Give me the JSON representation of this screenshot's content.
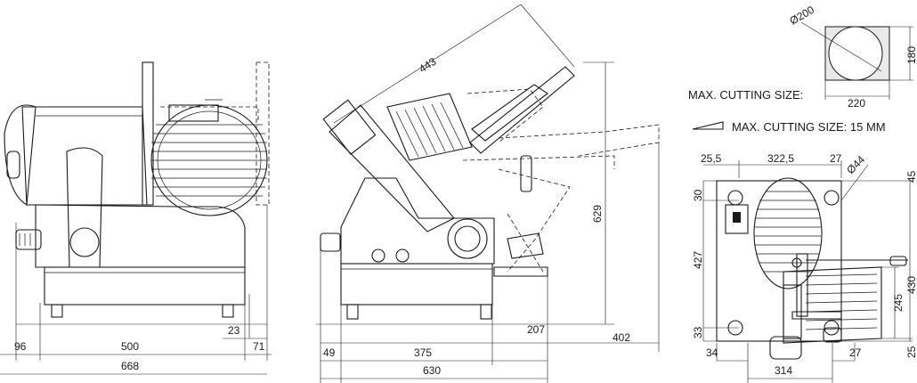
{
  "side_view": {
    "dims": {
      "d96": "96",
      "d500": "500",
      "d668": "668",
      "d23": "23",
      "d71": "71"
    }
  },
  "tilt_view": {
    "dims": {
      "d443": "443",
      "d629": "629",
      "d49": "49",
      "d375": "375",
      "d630": "630",
      "d207": "207",
      "d402": "402"
    }
  },
  "top_view": {
    "dims": {
      "d25_5": "25,5",
      "d322_5": "322,5",
      "d27a": "27",
      "d44": "Ø44",
      "d45": "45",
      "d30": "30",
      "d427": "427",
      "d33": "33",
      "d430": "430",
      "d245": "245",
      "d25": "25",
      "d34": "34",
      "d314": "314",
      "d27b": "27"
    }
  },
  "cutting_size": {
    "dia": "Ø200",
    "w": "220",
    "h": "180",
    "max_label": "MAX. CUTTING SIZE:",
    "max_thick_label": "MAX. CUTTING SIZE: 15 MM"
  }
}
